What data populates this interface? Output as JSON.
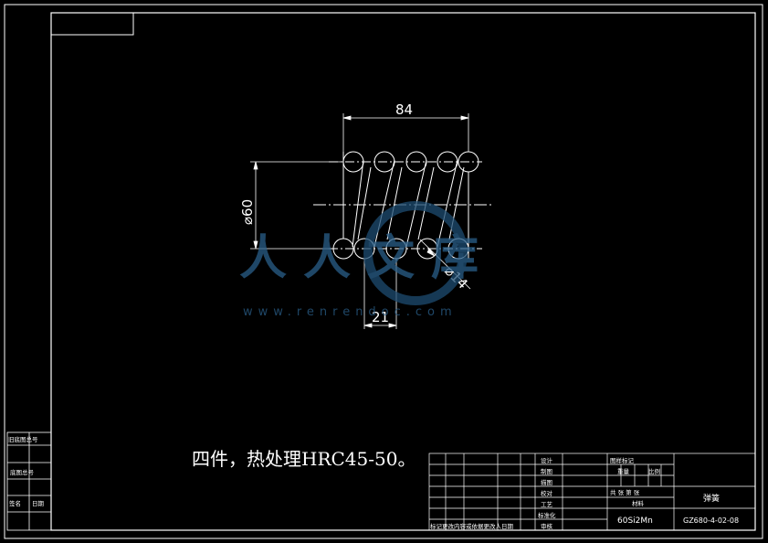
{
  "drawing": {
    "note": "四件，热处理HRC45-50。",
    "dimensions": {
      "length": "84",
      "outer_diameter": "⌀60",
      "wire_diameter": "⌀14",
      "pitch": "21"
    },
    "watermark": {
      "text": "人人文库",
      "url": "www.renrendoc.com"
    }
  },
  "title_block": {
    "labels": {
      "design": "设计",
      "draw": "制图",
      "trace": "描图",
      "check": "校对",
      "process": "工艺",
      "standard": "标准化",
      "approve": "审核",
      "stage_mark": "图样标记",
      "weight": "重量",
      "scale": "比例",
      "sheet": "共 张 第 张",
      "material_label": "材料",
      "revision_header": "标记更改内容或依据更改人日期"
    },
    "material": "60Si2Mn",
    "part_name": "弹簧",
    "drawing_number": "GZ680-4-02-08"
  },
  "left_strip": {
    "item1": "旧底图总号",
    "item2": "底图总号",
    "item3": "签名",
    "item4": "日期"
  }
}
